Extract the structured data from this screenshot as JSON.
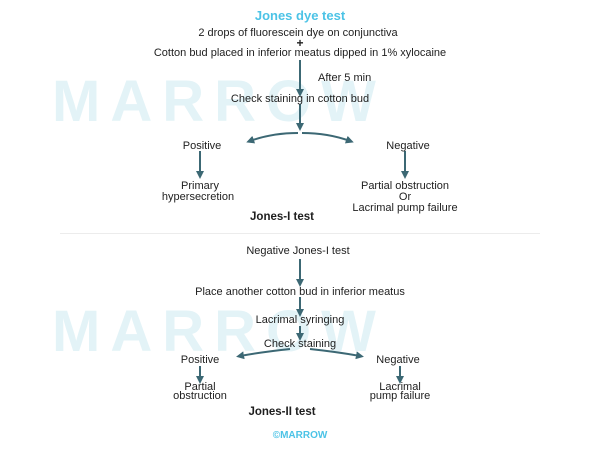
{
  "title": "Jones dye test",
  "watermark": "MARROW",
  "colors": {
    "title": "#4cc3e6",
    "arrow": "#3c6874",
    "watermark": "#e3f3f7"
  },
  "test1": {
    "step1": "2 drops of fluorescein dye on conjunctiva",
    "plus": "+",
    "step2": "Cotton bud placed in inferior meatus dipped in 1% xylocaine",
    "wait": "After 5 min",
    "check": "Check staining in cotton bud",
    "positive": "Positive",
    "negative": "Negative",
    "positive_result_line1": "Primary",
    "positive_result_line2": "hypersecretion",
    "negative_result_line1": "Partial obstruction",
    "negative_result_line2": "Or",
    "negative_result_line3": "Lacrimal pump failure",
    "label": "Jones-I test"
  },
  "test2": {
    "start": "Negative Jones-I test",
    "step1": "Place another cotton bud in inferior meatus",
    "step2": "Lacrimal syringing",
    "check": "Check staining",
    "positive": "Positive",
    "negative": "Negative",
    "positive_result_line1": "Partial",
    "positive_result_line2": "obstruction",
    "negative_result_line1": "Lacrimal",
    "negative_result_line2": "pump failure",
    "label": "Jones-II test"
  },
  "footer": "©MARROW"
}
